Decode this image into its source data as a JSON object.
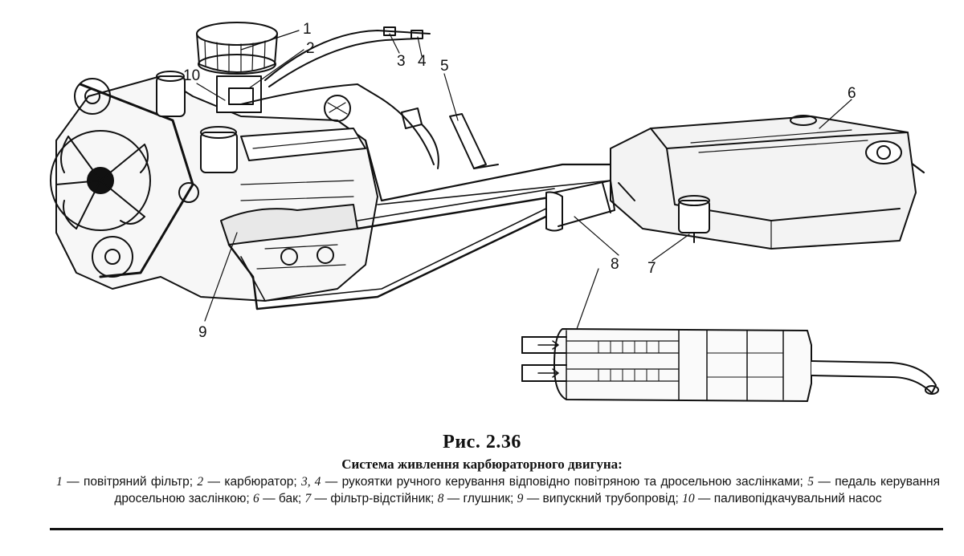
{
  "figure": {
    "callouts": [
      {
        "id": "1",
        "label": "1"
      },
      {
        "id": "2",
        "label": "2"
      },
      {
        "id": "3",
        "label": "3"
      },
      {
        "id": "4",
        "label": "4"
      },
      {
        "id": "5",
        "label": "5"
      },
      {
        "id": "6",
        "label": "6"
      },
      {
        "id": "7",
        "label": "7"
      },
      {
        "id": "8",
        "label": "8"
      },
      {
        "id": "9",
        "label": "9"
      },
      {
        "id": "10",
        "label": "10"
      }
    ]
  },
  "caption": {
    "number": "Рис. 2.36",
    "title": "Система живлення карбюраторного двигуна:",
    "legend": [
      {
        "num": "1",
        "text": "повітряний фільтр;"
      },
      {
        "num": "2",
        "text": "карбюратор;"
      },
      {
        "num": "3, 4",
        "text": "рукоятки ручного керування відповідно повітряною та дросельною заслінками;"
      },
      {
        "num": "5",
        "text": "педаль керування дросельною заслінкою;"
      },
      {
        "num": "6",
        "text": "бак;"
      },
      {
        "num": "7",
        "text": "фільтр-відстійник;"
      },
      {
        "num": "8",
        "text": "глушник;"
      },
      {
        "num": "9",
        "text": "випускний трубопровід;"
      },
      {
        "num": "10",
        "text": "паливопідкачувальний насос"
      }
    ]
  }
}
